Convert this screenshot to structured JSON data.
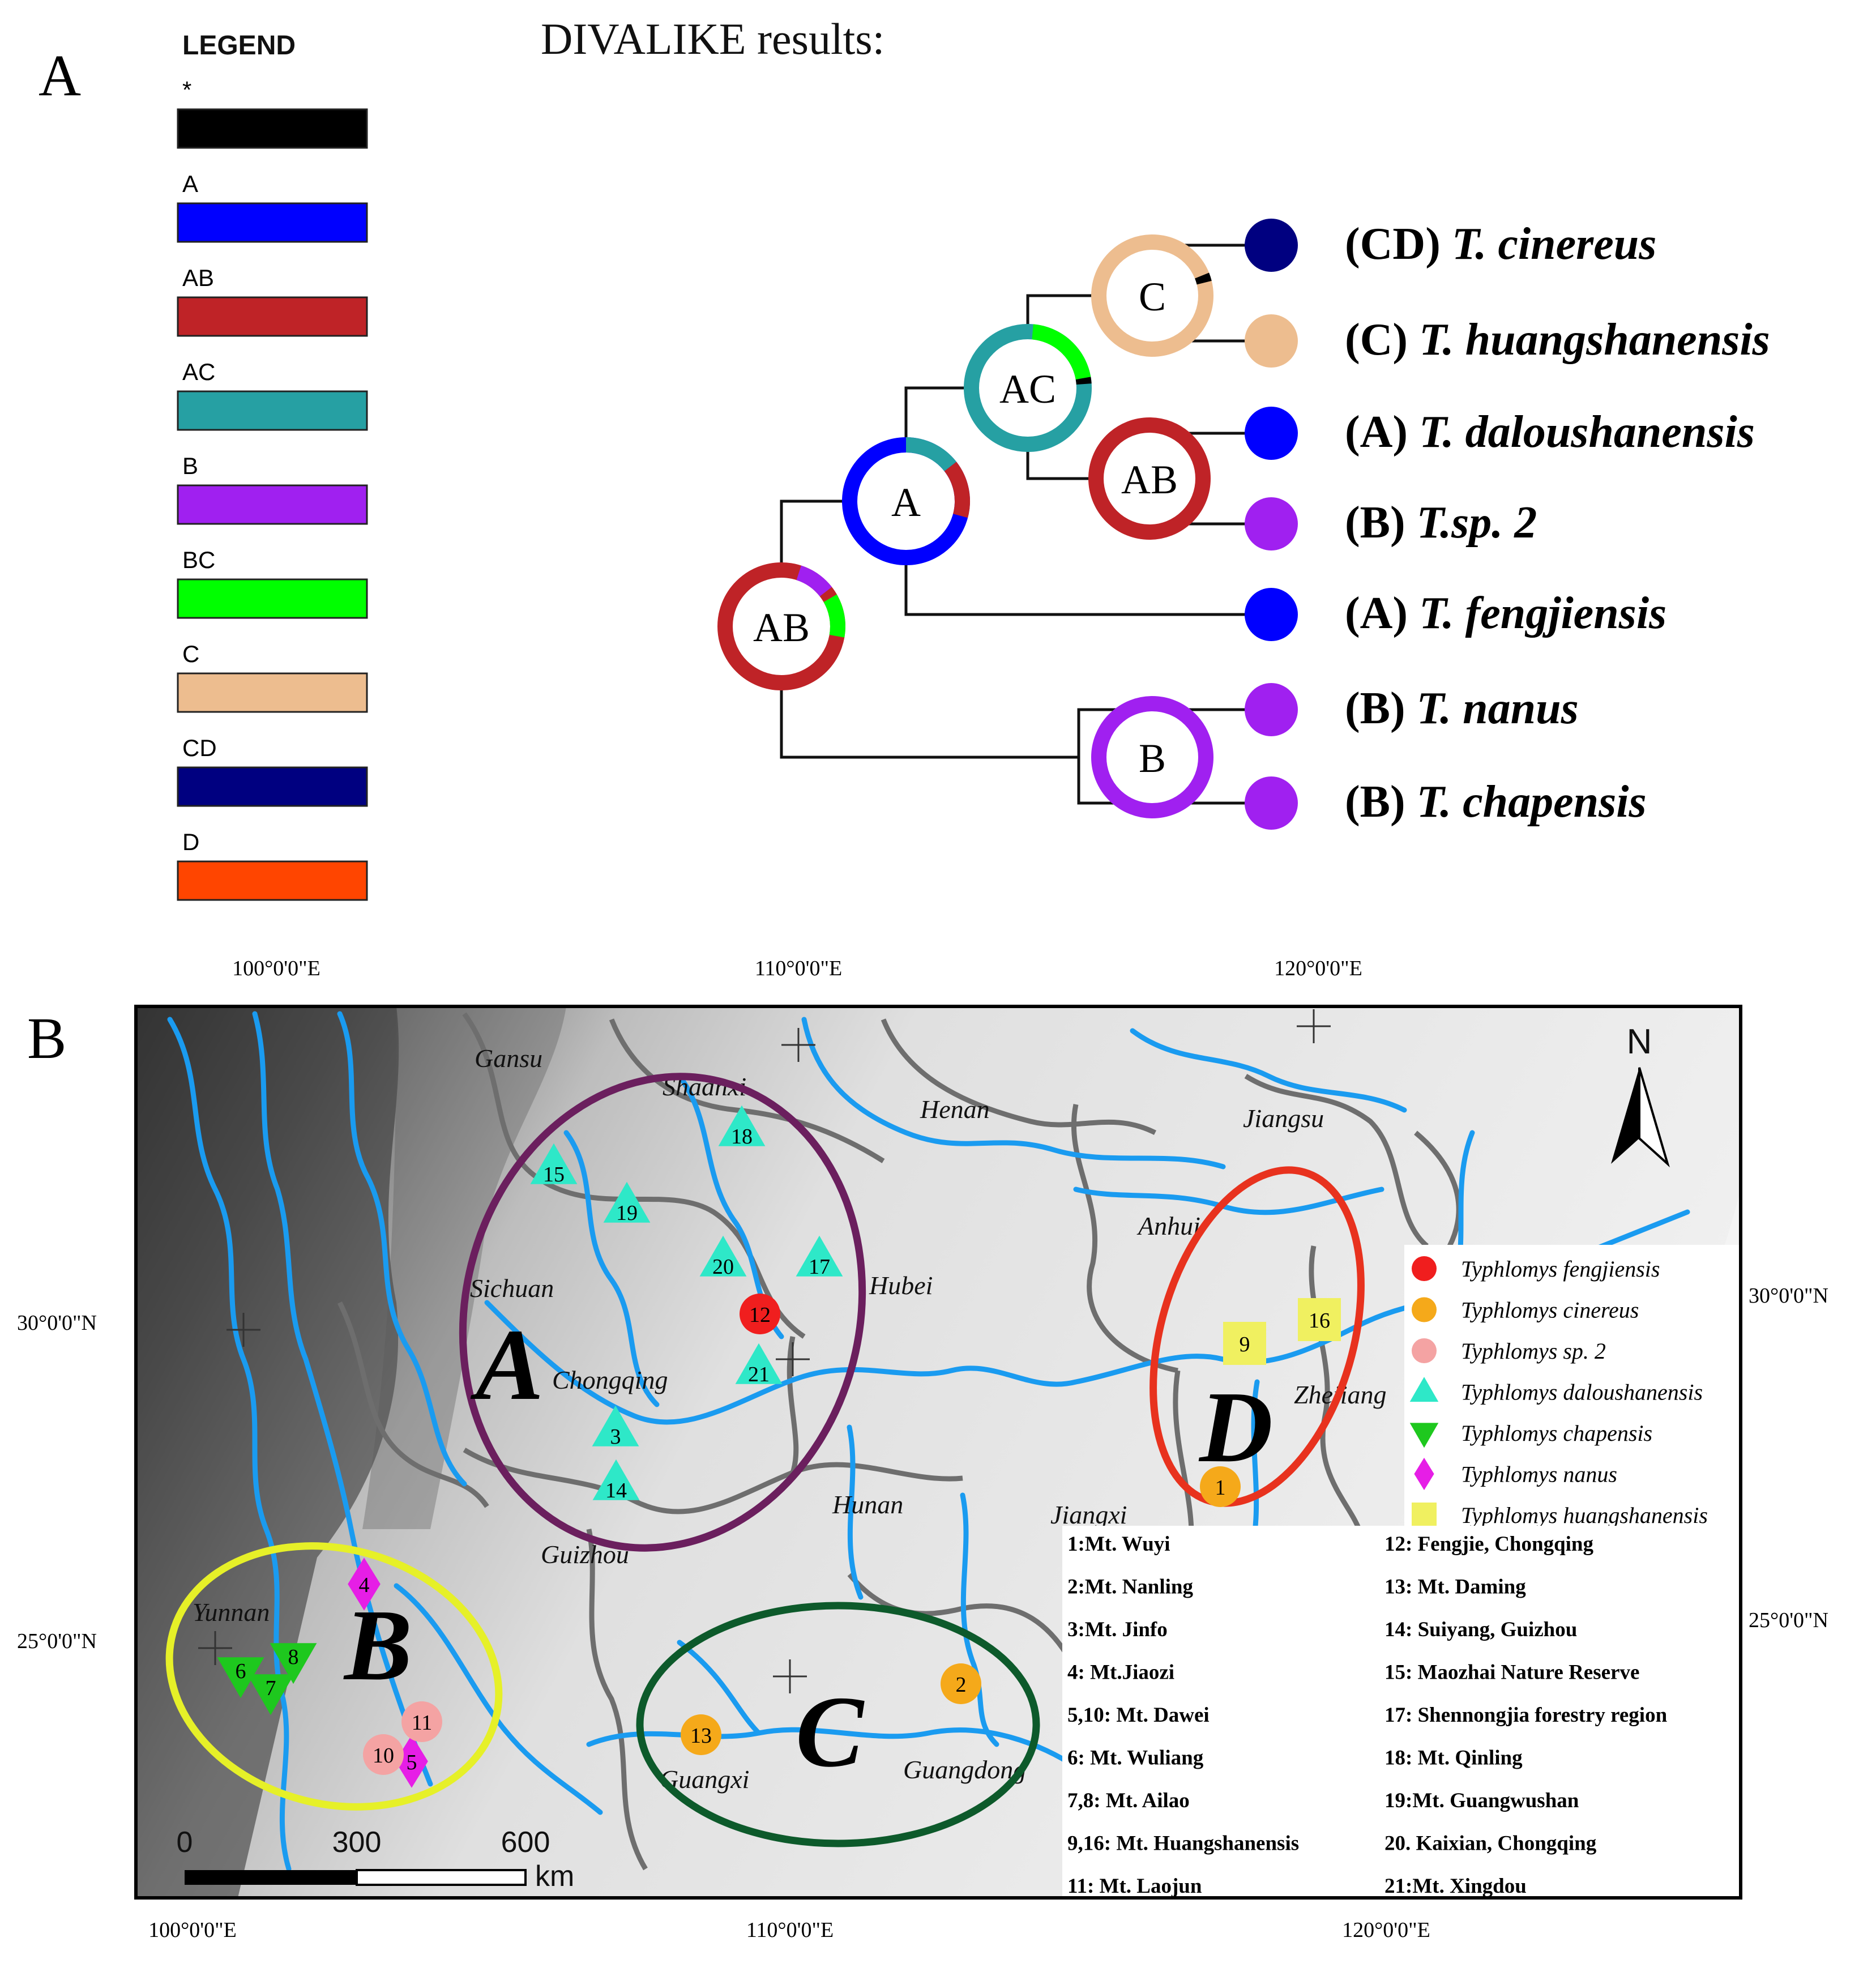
{
  "panel_a": {
    "label": "A",
    "title": "DIVALIKE results:",
    "legend": {
      "title": "LEGEND",
      "items": [
        {
          "label": "*",
          "color": "#000000"
        },
        {
          "label": "A",
          "color": "#0000ff"
        },
        {
          "label": "AB",
          "color": "#bf2327"
        },
        {
          "label": "AC",
          "color": "#26a0a3"
        },
        {
          "label": "B",
          "color": "#a020f0"
        },
        {
          "label": "BC",
          "color": "#00ff00"
        },
        {
          "label": "C",
          "color": "#edbd8f"
        },
        {
          "label": "CD",
          "color": "#000080"
        },
        {
          "label": "D",
          "color": "#ff4500"
        }
      ]
    },
    "nodes": [
      {
        "label": "C",
        "main_color": "#edbd8f",
        "minor": [
          {
            "from": 68,
            "to": 76,
            "color": "#000000"
          }
        ]
      },
      {
        "label": "AC",
        "main_color": "#26a0a3",
        "minor": [
          {
            "from": 5,
            "to": 80,
            "color": "#00ff00"
          },
          {
            "from": 80,
            "to": 86,
            "color": "#000000"
          }
        ]
      },
      {
        "label": "AB",
        "main_color": "#bf2327",
        "minor": []
      },
      {
        "label": "A",
        "main_color": "#0000ff",
        "minor": [
          {
            "from": 0,
            "to": 52,
            "color": "#26a0a3"
          },
          {
            "from": 52,
            "to": 105,
            "color": "#bf2327"
          }
        ]
      },
      {
        "label": "AB",
        "main_color": "#bf2327",
        "minor": [
          {
            "from": 18,
            "to": 52,
            "color": "#a020f0"
          },
          {
            "from": 60,
            "to": 100,
            "color": "#00ff00"
          }
        ]
      },
      {
        "label": "B",
        "main_color": "#a020f0",
        "minor": []
      }
    ],
    "tips": [
      {
        "area": "(CD)",
        "name": "T. cinereus",
        "color": "#000080"
      },
      {
        "area": "(C)",
        "name": "T. huangshanensis",
        "color": "#edbd8f"
      },
      {
        "area": "(A)",
        "name": "T. daloushanensis",
        "color": "#0000ff"
      },
      {
        "area": "(B)",
        "name": "T.sp. 2",
        "color": "#a020f0"
      },
      {
        "area": "(A)",
        "name": "T. fengjiensis",
        "color": "#0000ff"
      },
      {
        "area": "(B)",
        "name": "T. nanus",
        "color": "#a020f0"
      },
      {
        "area": "(B)",
        "name": "T. chapensis",
        "color": "#a020f0"
      }
    ]
  },
  "panel_b": {
    "label": "B",
    "top_lon": [
      "100°0'0\"E",
      "110°0'0\"E",
      "120°0'0\"E"
    ],
    "bottom_lon": [
      "100°0'0\"E",
      "110°0'0\"E",
      "120°0'0\"E"
    ],
    "left_lat": [
      "30°0'0\"N",
      "25°0'0\"N"
    ],
    "right_lat": [
      "30°0'0\"N",
      "25°0'0\"N"
    ],
    "north": "N",
    "scale": {
      "ticks": [
        "0",
        "300",
        "600"
      ],
      "unit": "km"
    },
    "provinces": [
      "Gansu",
      "Shaanxi",
      "Henan",
      "Jiangsu",
      "Anhui",
      "Sichuan",
      "Hubei",
      "Chongqing",
      "Zhejiang",
      "Hunan",
      "Jiangxi",
      "Guizhou",
      "Yunnan",
      "Guangxi",
      "Guangdong"
    ],
    "regions": [
      {
        "label": "A",
        "color": "#6b1f5e"
      },
      {
        "label": "B",
        "color": "#e6f028"
      },
      {
        "label": "C",
        "color": "#0d5a2b"
      },
      {
        "label": "D",
        "color": "#e8321e"
      }
    ],
    "markers": [
      {
        "id": "1",
        "shape": "circle",
        "color": "#f5a91a"
      },
      {
        "id": "2",
        "shape": "circle",
        "color": "#f5a91a"
      },
      {
        "id": "13",
        "shape": "circle",
        "color": "#f5a91a"
      },
      {
        "id": "3",
        "shape": "tri-up",
        "color": "#2ee8c8"
      },
      {
        "id": "14",
        "shape": "tri-up",
        "color": "#2ee8c8"
      },
      {
        "id": "15",
        "shape": "tri-up",
        "color": "#2ee8c8"
      },
      {
        "id": "17",
        "shape": "tri-up",
        "color": "#2ee8c8"
      },
      {
        "id": "18",
        "shape": "tri-up",
        "color": "#2ee8c8"
      },
      {
        "id": "19",
        "shape": "tri-up",
        "color": "#2ee8c8"
      },
      {
        "id": "20",
        "shape": "tri-up",
        "color": "#2ee8c8"
      },
      {
        "id": "21",
        "shape": "tri-up",
        "color": "#2ee8c8"
      },
      {
        "id": "12",
        "shape": "circle",
        "color": "#f01e1e"
      },
      {
        "id": "4",
        "shape": "diamond",
        "color": "#e61ee6"
      },
      {
        "id": "5",
        "shape": "diamond",
        "color": "#e61ee6"
      },
      {
        "id": "6",
        "shape": "tri-down",
        "color": "#1ec81e"
      },
      {
        "id": "7",
        "shape": "tri-down",
        "color": "#1ec81e"
      },
      {
        "id": "8",
        "shape": "tri-down",
        "color": "#1ec81e"
      },
      {
        "id": "10",
        "shape": "circle",
        "color": "#f4a3a3"
      },
      {
        "id": "11",
        "shape": "circle",
        "color": "#f4a3a3"
      },
      {
        "id": "9",
        "shape": "square",
        "color": "#f0f060"
      },
      {
        "id": "16",
        "shape": "square",
        "color": "#f0f060"
      }
    ],
    "species_legend": [
      {
        "name": "Typhlomys fengjiensis",
        "shape": "circle",
        "color": "#f01e1e"
      },
      {
        "name": "Typhlomys cinereus",
        "shape": "circle",
        "color": "#f5a91a"
      },
      {
        "name": "Typhlomys sp. 2",
        "shape": "circle",
        "color": "#f4a3a3"
      },
      {
        "name": "Typhlomys daloushanensis",
        "shape": "tri-up",
        "color": "#2ee8c8"
      },
      {
        "name": "Typhlomys chapensis",
        "shape": "tri-down",
        "color": "#1ec81e"
      },
      {
        "name": "Typhlomys nanus",
        "shape": "diamond",
        "color": "#e61ee6"
      },
      {
        "name": "Typhlomys huangshanensis",
        "shape": "square",
        "color": "#f0f060"
      }
    ],
    "localities_left": [
      "1:Mt. Wuyi",
      "2:Mt. Nanling",
      "3:Mt. Jinfo",
      "4:  Mt.Jiaozi",
      "5,10:   Mt. Dawei",
      "6:  Mt. Wuliang",
      "7,8:  Mt. Ailao",
      "9,16:  Mt. Huangshanensis",
      "11:  Mt. Laojun"
    ],
    "localities_right": [
      "12:  Fengjie, Chongqing",
      "13:  Mt. Daming",
      "14:  Suiyang, Guizhou",
      "15:  Maozhai Nature Reserve",
      "17:  Shennongjia forestry region",
      "18:  Mt. Qinling",
      "19:Mt. Guangwushan",
      "20. Kaixian, Chongqing",
      "21:Mt. Xingdou"
    ]
  }
}
